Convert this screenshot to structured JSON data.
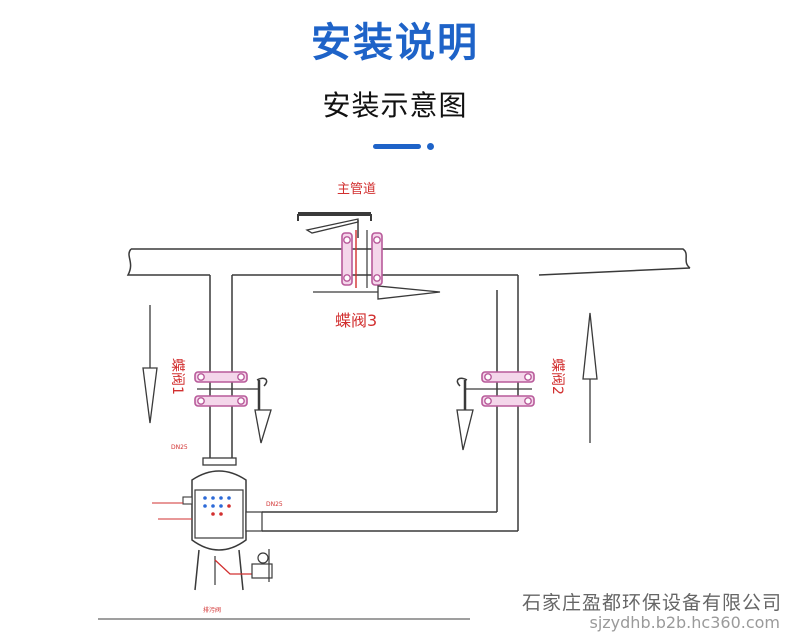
{
  "header": {
    "title": "安装说明",
    "subtitle": "安装示意图"
  },
  "diagram": {
    "labels": {
      "main_pipe": "主管道",
      "valve3": "蝶阀3",
      "valve1": "蝶阀1",
      "valve2": "蝶阀2",
      "dn25_top": "DN25",
      "dn25_side": "DN25",
      "drain": "排污阀"
    },
    "colors": {
      "line": "#3a3a3a",
      "flange": "#b85a9a",
      "flange_fill": "#f4d6ea",
      "label": "#d23030"
    }
  },
  "footer": {
    "company": "石家庄盈都环保设备有限公司",
    "website": "sjzydhb.b2b.hc360.com"
  }
}
